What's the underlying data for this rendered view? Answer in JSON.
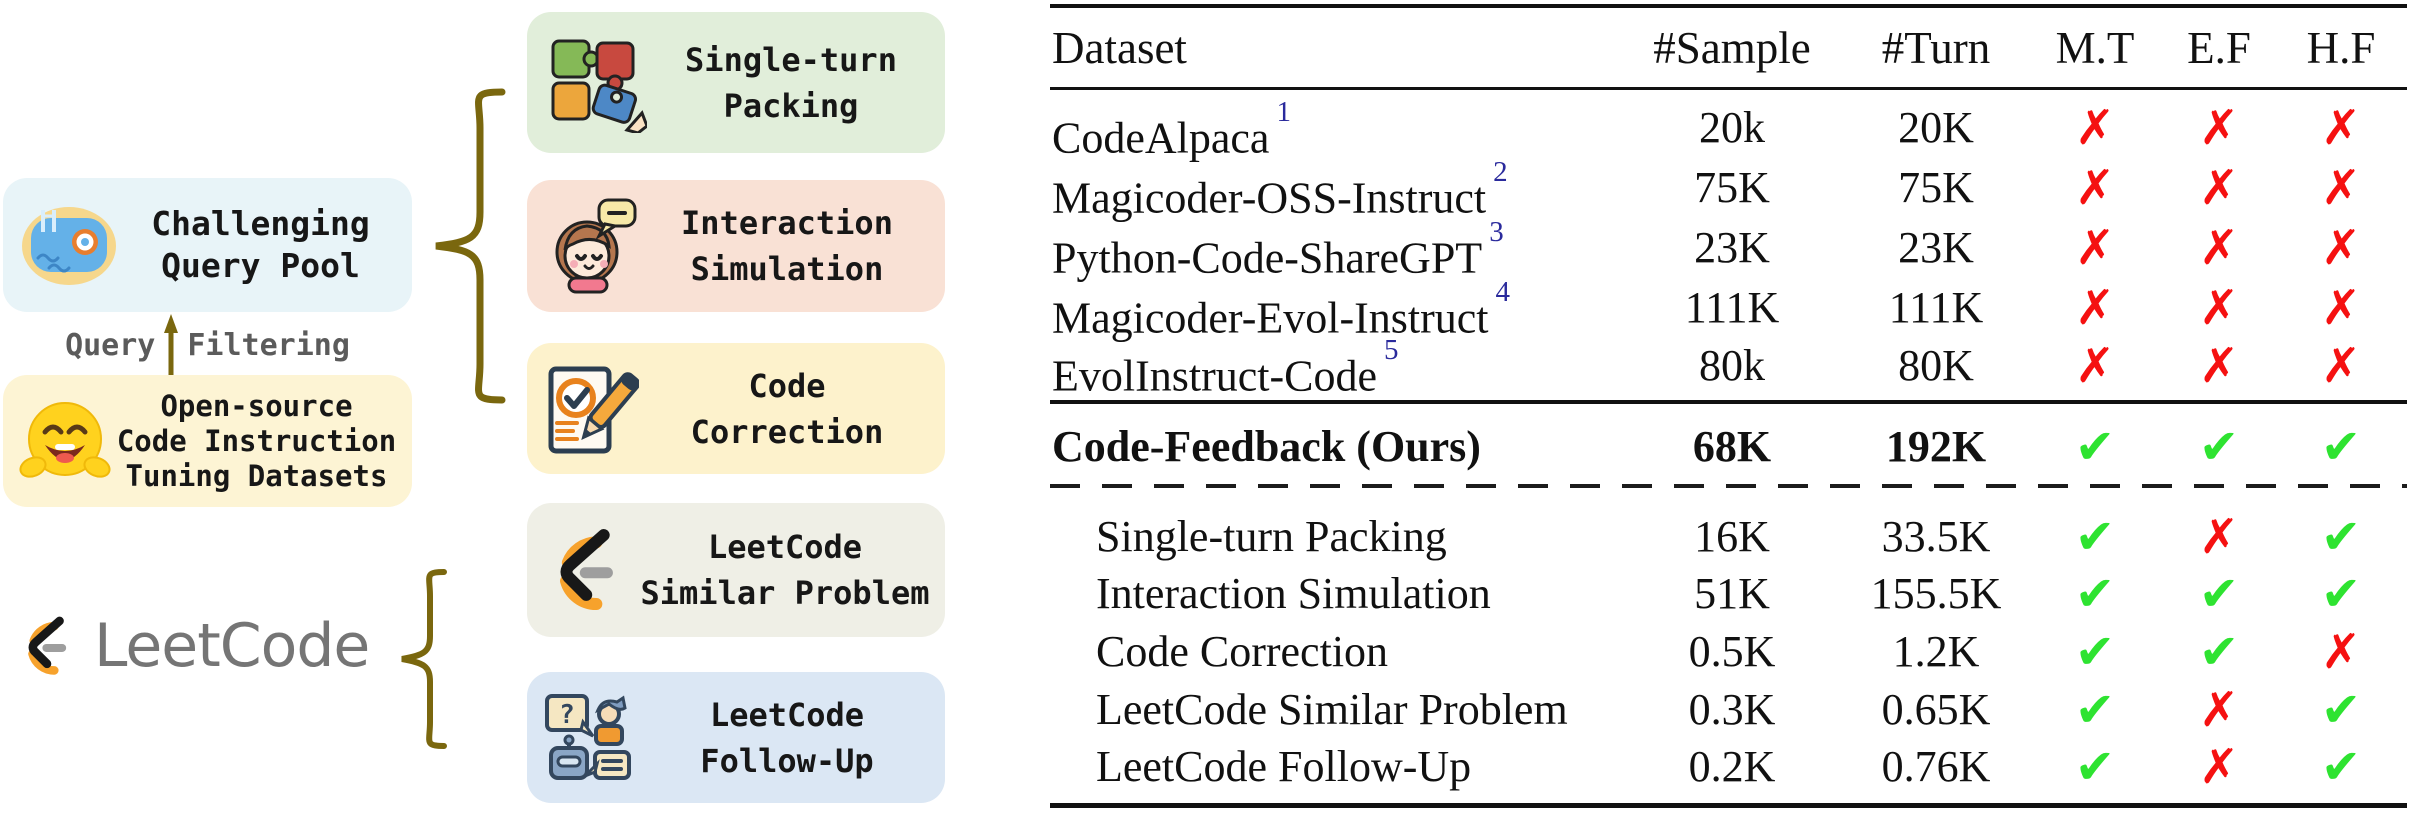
{
  "diagram": {
    "brace_color": "#7a670e",
    "arrow_color": "#7a670e",
    "query_pool": {
      "bg": "#e8f4f8",
      "line1": "Challenging",
      "line2": "Query Pool"
    },
    "filter": {
      "left": "Query",
      "right": "Filtering",
      "text_color": "#5b5b5b"
    },
    "open_source": {
      "bg": "#fdf4d4",
      "line1": "Open-source",
      "line2": "Code Instruction",
      "line3": "Tuning Datasets"
    },
    "leetcode": {
      "wordmark": "LeetCode",
      "wordmark_color": "#757575"
    },
    "boxes": [
      {
        "bg": "#e1eeda",
        "line1": "Single-turn",
        "line2": "Packing"
      },
      {
        "bg": "#f9e1d5",
        "line1": "Interaction",
        "line2": "Simulation"
      },
      {
        "bg": "#fdf2cc",
        "line1": "Code",
        "line2": "Correction"
      },
      {
        "bg": "#efefe6",
        "line1": "LeetCode",
        "line2": "Similar Problem"
      },
      {
        "bg": "#dbe7f4",
        "line1": "LeetCode",
        "line2": "Follow-Up",
        "qmark": "?"
      }
    ]
  },
  "table": {
    "sup_color": "#2a2a9c",
    "check_color": "#2ee331",
    "cross_color": "#f51111",
    "columns": [
      "Dataset",
      "#Sample",
      "#Turn",
      "M.T",
      "E.F",
      "H.F"
    ],
    "baseline_rows": [
      {
        "name": "CodeAlpaca",
        "sup": "1",
        "sample": "20k",
        "turn": "20K",
        "mt": {
          "g": "✗",
          "c": "#f51111"
        },
        "ef": {
          "g": "✗",
          "c": "#f51111"
        },
        "hf": {
          "g": "✗",
          "c": "#f51111"
        }
      },
      {
        "name": "Magicoder-OSS-Instruct",
        "sup": "2",
        "sample": "75K",
        "turn": "75K",
        "mt": {
          "g": "✗",
          "c": "#f51111"
        },
        "ef": {
          "g": "✗",
          "c": "#f51111"
        },
        "hf": {
          "g": "✗",
          "c": "#f51111"
        }
      },
      {
        "name": "Python-Code-ShareGPT",
        "sup": "3",
        "sample": "23K",
        "turn": "23K",
        "mt": {
          "g": "✗",
          "c": "#f51111"
        },
        "ef": {
          "g": "✗",
          "c": "#f51111"
        },
        "hf": {
          "g": "✗",
          "c": "#f51111"
        }
      },
      {
        "name": "Magicoder-Evol-Instruct",
        "sup": "4",
        "sample": "111K",
        "turn": "111K",
        "mt": {
          "g": "✗",
          "c": "#f51111"
        },
        "ef": {
          "g": "✗",
          "c": "#f51111"
        },
        "hf": {
          "g": "✗",
          "c": "#f51111"
        }
      },
      {
        "name": "EvolInstruct-Code",
        "sup": "5",
        "sample": "80k",
        "turn": "80K",
        "mt": {
          "g": "✗",
          "c": "#f51111"
        },
        "ef": {
          "g": "✗",
          "c": "#f51111"
        },
        "hf": {
          "g": "✗",
          "c": "#f51111"
        }
      }
    ],
    "ours": {
      "name": "Code-Feedback (Ours)",
      "sample": "68K",
      "turn": "192K",
      "mt": {
        "g": "✔",
        "c": "#2ee331"
      },
      "ef": {
        "g": "✔",
        "c": "#2ee331"
      },
      "hf": {
        "g": "✔",
        "c": "#2ee331"
      }
    },
    "sub_rows": [
      {
        "name": "Single-turn Packing",
        "sample": "16K",
        "turn": "33.5K",
        "mt": {
          "g": "✔",
          "c": "#2ee331"
        },
        "ef": {
          "g": "✗",
          "c": "#f51111"
        },
        "hf": {
          "g": "✔",
          "c": "#2ee331"
        }
      },
      {
        "name": "Interaction Simulation",
        "sample": "51K",
        "turn": "155.5K",
        "mt": {
          "g": "✔",
          "c": "#2ee331"
        },
        "ef": {
          "g": "✔",
          "c": "#2ee331"
        },
        "hf": {
          "g": "✔",
          "c": "#2ee331"
        }
      },
      {
        "name": "Code Correction",
        "sample": "0.5K",
        "turn": "1.2K",
        "mt": {
          "g": "✔",
          "c": "#2ee331"
        },
        "ef": {
          "g": "✔",
          "c": "#2ee331"
        },
        "hf": {
          "g": "✗",
          "c": "#f51111"
        }
      },
      {
        "name": "LeetCode Similar Problem",
        "sample": "0.3K",
        "turn": "0.65K",
        "mt": {
          "g": "✔",
          "c": "#2ee331"
        },
        "ef": {
          "g": "✗",
          "c": "#f51111"
        },
        "hf": {
          "g": "✔",
          "c": "#2ee331"
        }
      },
      {
        "name": "LeetCode Follow-Up",
        "sample": "0.2K",
        "turn": "0.76K",
        "mt": {
          "g": "✔",
          "c": "#2ee331"
        },
        "ef": {
          "g": "✗",
          "c": "#f51111"
        },
        "hf": {
          "g": "✔",
          "c": "#2ee331"
        }
      }
    ]
  }
}
